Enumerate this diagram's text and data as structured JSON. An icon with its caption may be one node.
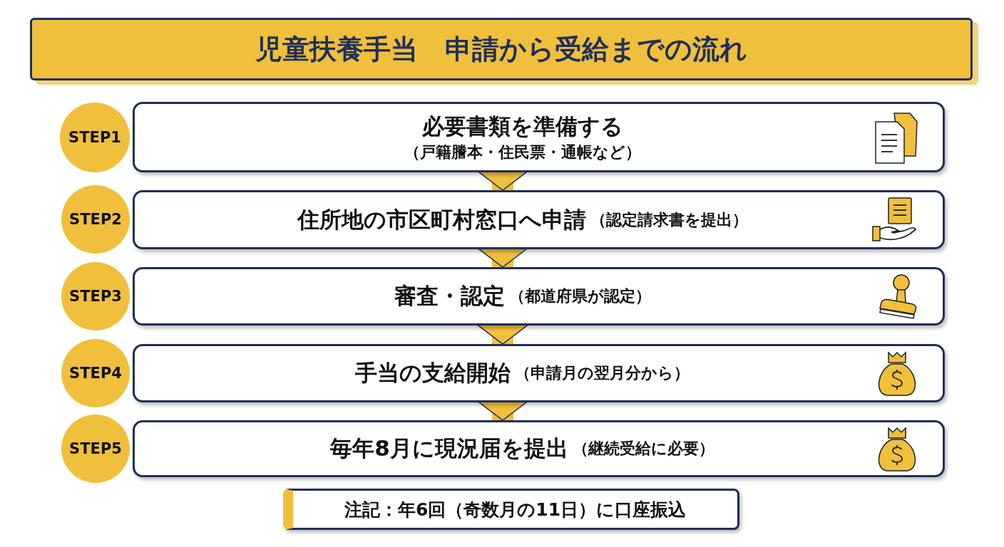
{
  "diagram": {
    "title": "児童扶養手当　申請から受給までの流れ",
    "nodes": [
      {
        "text": [
          "STEP1"
        ]
      },
      {
        "text": [
          "必要書類を準備する",
          "（戸籍謄本・住民票・通帳など）"
        ]
      },
      {
        "text": [
          "STEP2"
        ]
      },
      {
        "text": [
          "住所地の市区町村窓口へ申請",
          "（認定請求書を提出）"
        ]
      },
      {
        "text": [
          "STEP3"
        ]
      },
      {
        "text": [
          "審査・認定",
          "（都道府県が認定）"
        ]
      },
      {
        "text": [
          "STEP4"
        ]
      },
      {
        "text": [
          "手当の支給開始",
          "（申請月の翌月分から）"
        ]
      },
      {
        "text": [
          "STEP5"
        ]
      },
      {
        "text": [
          "毎年8月に現況届を提出",
          "（継続受給に必要）"
        ]
      },
      {
        "text": [
          "注記：年6回（奇数月の11日）に口座振込"
        ]
      }
    ],
    "edges": [
      {
        "from": 1,
        "to": 3,
        "arrow": "to"
      },
      {
        "from": 3,
        "to": 5,
        "arrow": "to"
      },
      {
        "from": 5,
        "to": 7,
        "arrow": "to"
      },
      {
        "from": 7,
        "to": 9,
        "arrow": "to"
      }
    ]
  }
}
